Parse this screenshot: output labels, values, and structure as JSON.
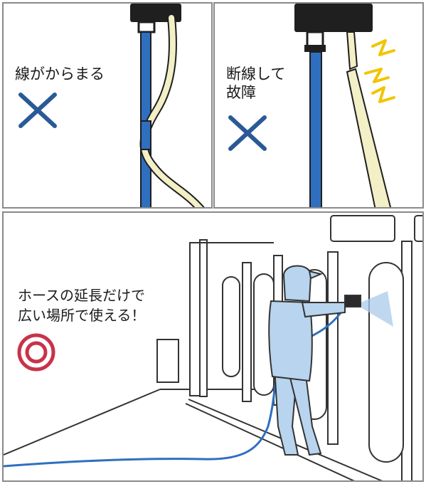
{
  "panels": [
    {
      "caption": [
        "線がからまる"
      ],
      "mark": "cross-mark",
      "colors": {
        "hose": "#2f6fc0",
        "cable": "#f3efc6",
        "mark": "#2a5a96"
      }
    },
    {
      "caption": [
        "断線して",
        "故障"
      ],
      "mark": "cross-mark",
      "colors": {
        "hose": "#2f6fc0",
        "cable": "#f3efc6",
        "spark": "#f2c500",
        "mark": "#2a5a96"
      }
    },
    {
      "caption": [
        "ホースの延長だけで",
        "広い場所で使える！"
      ],
      "mark": "double-circle-mark",
      "colors": {
        "hose": "#2f6fc0",
        "suit": "#b8d4ee",
        "mark": "#c8334a",
        "outline": "#333333"
      }
    }
  ]
}
